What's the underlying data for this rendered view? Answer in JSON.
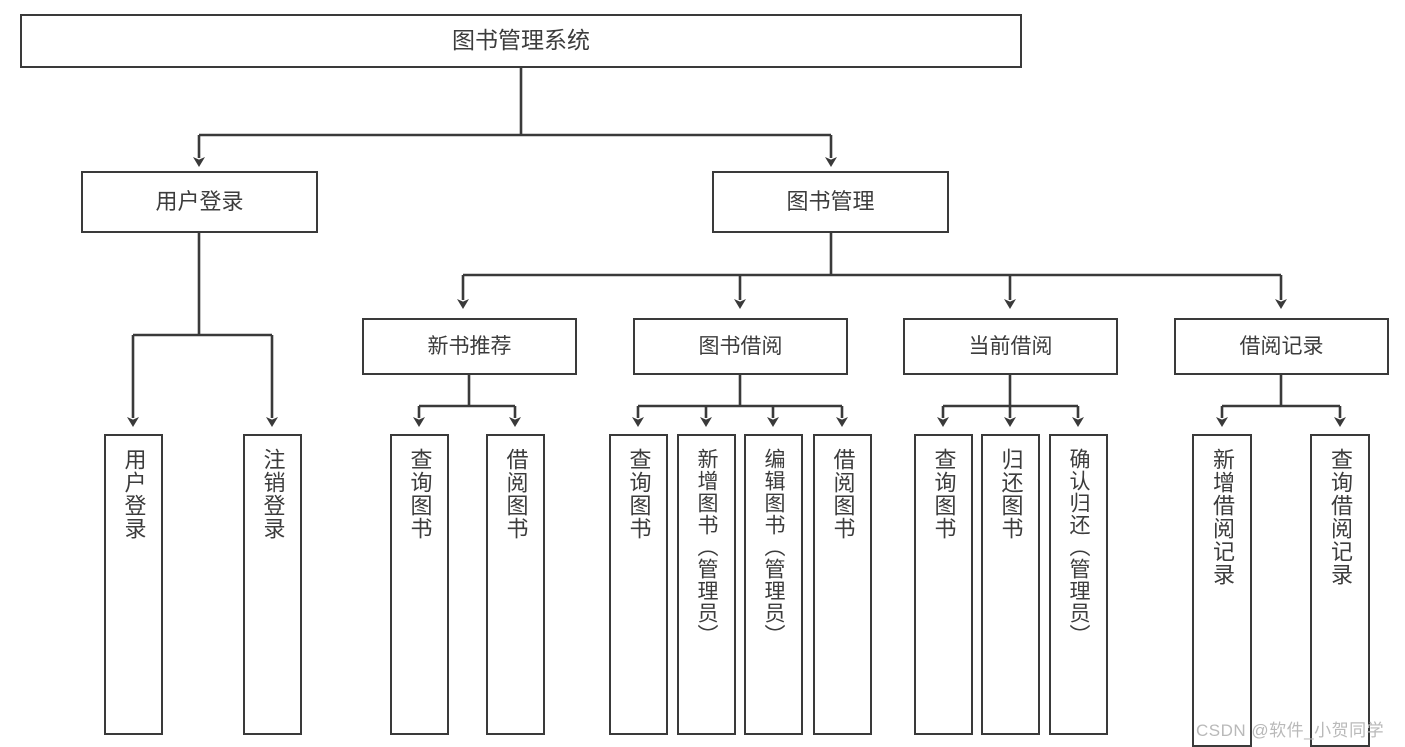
{
  "diagram": {
    "title": "图书管理系统",
    "type": "hierarchy-tree",
    "watermark": "CSDN @软件_小贺同学",
    "colors": {
      "stroke": "#3a3a3a",
      "text": "#3c3c3c",
      "background": "#ffffff",
      "watermark": "#b9b9b9"
    },
    "nodes": {
      "root": {
        "label": "图书管理系统"
      },
      "level1": [
        {
          "id": "user-login",
          "label": "用户登录"
        },
        {
          "id": "book-manage",
          "label": "图书管理"
        }
      ],
      "level2": [
        {
          "id": "new-book-rec",
          "label": "新书推荐"
        },
        {
          "id": "book-borrow",
          "label": "图书借阅"
        },
        {
          "id": "current-borrow",
          "label": "当前借阅"
        },
        {
          "id": "borrow-record",
          "label": "借阅记录"
        }
      ],
      "leaves": {
        "user-login": [
          {
            "id": "leaf-user-login",
            "label": "用户登录"
          },
          {
            "id": "leaf-logout",
            "label": "注销登录"
          }
        ],
        "new-book-rec": [
          {
            "id": "leaf-query-book-1",
            "label": "查询图书"
          },
          {
            "id": "leaf-borrow-book-1",
            "label": "借阅图书"
          }
        ],
        "book-borrow": [
          {
            "id": "leaf-query-book-2",
            "label": "查询图书"
          },
          {
            "id": "leaf-add-book",
            "label": "新增图书（管理员）"
          },
          {
            "id": "leaf-edit-book",
            "label": "编辑图书（管理员）"
          },
          {
            "id": "leaf-borrow-book-2",
            "label": "借阅图书"
          }
        ],
        "current-borrow": [
          {
            "id": "leaf-query-book-3",
            "label": "查询图书"
          },
          {
            "id": "leaf-return-book",
            "label": "归还图书"
          },
          {
            "id": "leaf-confirm-return",
            "label": "确认归还（管理员）"
          }
        ],
        "borrow-record": [
          {
            "id": "leaf-add-record",
            "label": "新增借阅记录"
          },
          {
            "id": "leaf-query-record",
            "label": "查询借阅记录"
          }
        ]
      }
    }
  }
}
